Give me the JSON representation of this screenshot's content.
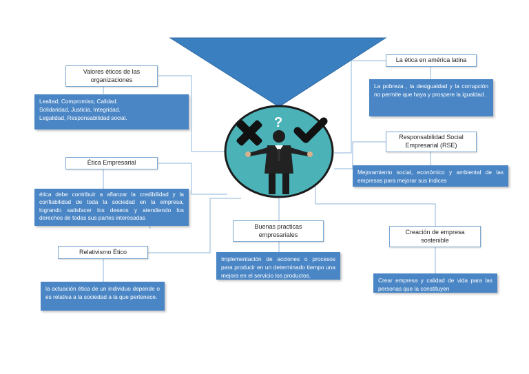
{
  "nodes": {
    "valores": {
      "title": "Valores éticos de las organizaciones",
      "description": "Lealtad, Compromiso, Calidad.\nSolidaridad, Justicia, Integridad.\nLegalidad, Responsabilidad social."
    },
    "etica_empresarial": {
      "title": "Ética Empresarial",
      "description": "ética debe contribuir a afianzar la credibilidad y la confiabilidad de toda la sociedad en la empresa, logrando satisfacer los deseos y atendiendo los derechos de todas sus partes interesadas"
    },
    "relativismo": {
      "title": "Relativismo Ético",
      "description": "la actuación ética de un individuo depende o es relativa a la sociedad a la que pertenece."
    },
    "america_latina": {
      "title": "La ética en américa latina",
      "description": "La pobreza , la desigualdad y la corrupción no permite que haya y prospere la igualdad ."
    },
    "rse": {
      "title": "Responsabilidad Social Empresarial (RSE)",
      "description": "Mejoramiento social, económico y ambiental de las empresas para mejorar sus índices"
    },
    "buenas_practicas": {
      "title": "Buenas practicas empresariales",
      "description": "Implementación de acciones o procesos para producir en un determinado tiempo una mejora en el servicio los productos."
    },
    "creacion": {
      "title": "Creación de empresa sostenible",
      "description": "Crear empresa y calidad de vida para las personas que la constituyen"
    }
  },
  "center_image": {
    "question_mark": "?",
    "left_icon": "cross-icon",
    "right_icon": "check-icon"
  },
  "colors": {
    "box_fill": "#4a86c5",
    "triangle_fill": "#3a7fc0",
    "circle_fill": "#4bb3b8",
    "connector": "#8fb3d9"
  }
}
